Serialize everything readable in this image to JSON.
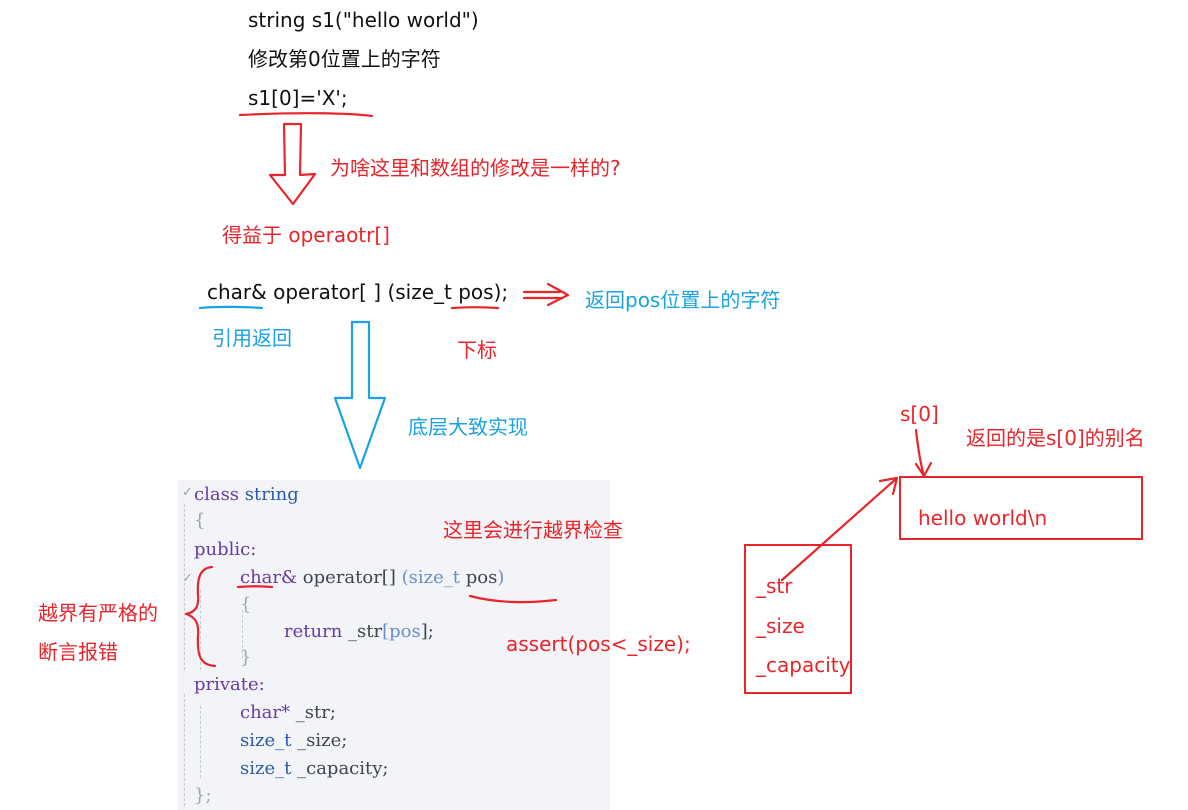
{
  "notes": {
    "decl": "string s1(\"hello world\")",
    "modify": "修改第0位置上的字符",
    "assign": "s1[0]='X';",
    "question": "为啥这里和数组的修改是一样的?",
    "thanks": "得益于 operaotr[]",
    "signature": "char& operator[ ] (size_t pos);",
    "return_desc": "返回pos位置上的字符",
    "ref_return": "引用返回",
    "subscript": "下标",
    "impl": "底层大致实现",
    "bounds_check": "这里会进行越界检查",
    "assert_err_1": "越界有严格的",
    "assert_err_2": "断言报错",
    "assert_code": "assert(pos<_size);",
    "s0": "s[0]",
    "alias": "返回的是s[0]的别名"
  },
  "code": {
    "class_kw": "class",
    "class_name": "string",
    "open": "{",
    "public": "public:",
    "ret_type": "char",
    "amp": "&",
    "op": "operator[]",
    "paren_open": "(",
    "param_type": "size_t",
    "param_name": "pos",
    "paren_close": ")",
    "body_open": "{",
    "return_kw": "return",
    "ret_expr": "_str",
    "idx_open": "[",
    "idx": "pos",
    "idx_close": "];",
    "body_close": "}",
    "private": "private:",
    "m1_type": "char",
    "m1_star": "*",
    "m1_name": "_str;",
    "m2_type": "size_t",
    "m2_name": "_size;",
    "m3_type": "size_t",
    "m3_name": "_capacity;",
    "close": "};"
  },
  "memory": {
    "buffer": "hello world\\n",
    "fields": [
      "_str",
      "_size",
      "_capacity"
    ]
  },
  "colors": {
    "annotation_red": "#e8252b",
    "annotation_blue": "#1aa3e0",
    "code_bg": "#f2f4f7"
  }
}
